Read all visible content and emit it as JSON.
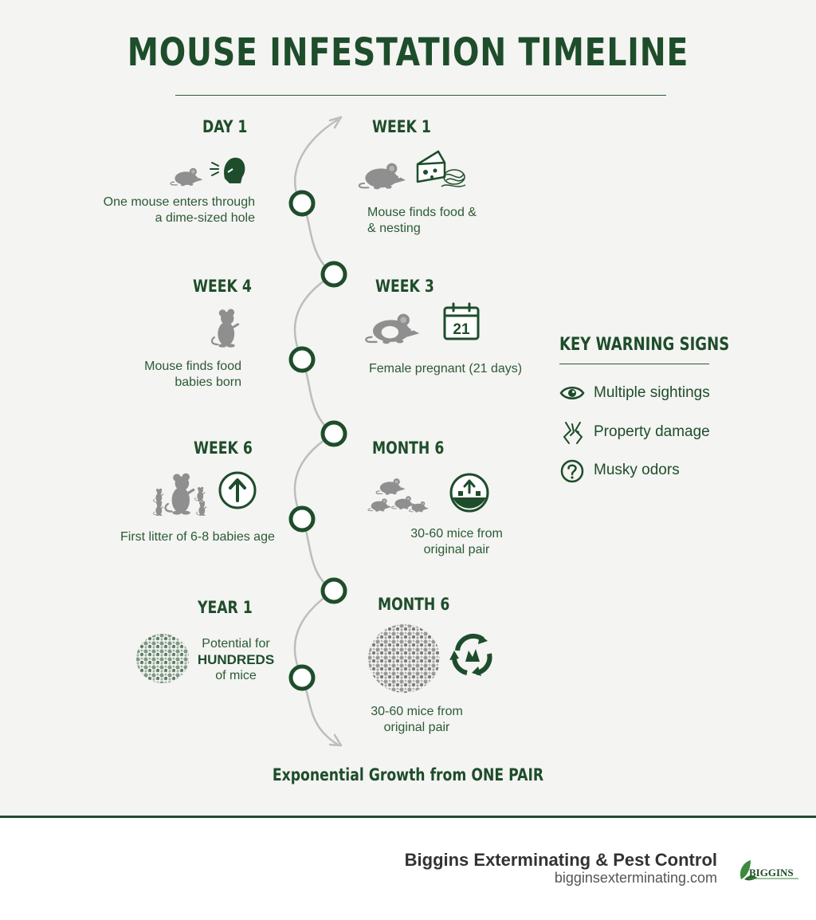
{
  "title": "MOUSE INFESTATION TIMELINE",
  "colors": {
    "primary": "#1e4d2b",
    "mouse_gray": "#8f8f8f",
    "background": "#f4f4f2"
  },
  "stages": {
    "day1": {
      "label": "DAY 1",
      "desc": [
        "One mouse enters through",
        "a dime-sized hole"
      ],
      "icons": [
        "mouse-icon",
        "hole-entry-icon"
      ]
    },
    "week1": {
      "label": "WEEK 1",
      "desc": [
        "Mouse finds food &",
        "& nesting"
      ],
      "icons": [
        "mouse-icon",
        "cheese-icon",
        "nest-icon"
      ]
    },
    "week4": {
      "label": "WEEK 4",
      "desc": [
        "Mouse finds food",
        "babies born"
      ],
      "icons": [
        "standing-mouse-icon"
      ]
    },
    "week3": {
      "label": "WEEK 3",
      "desc": [
        "Female pregnant (21 days)"
      ],
      "calendar_number": "21",
      "icons": [
        "pregnant-mouse-icon",
        "calendar-icon"
      ]
    },
    "week6": {
      "label": "WEEK 6",
      "desc": [
        "First litter of 6-8 babies age"
      ],
      "icons": [
        "mouse-family-icon",
        "growth-arrow-icon"
      ]
    },
    "month6a": {
      "label": "MONTH 6",
      "desc": [
        "30-60 mice from",
        "original pair"
      ],
      "icons": [
        "mouse-group-icon",
        "growth-gauge-icon"
      ]
    },
    "year1": {
      "label": "YEAR 1",
      "desc_top": "Potential for",
      "desc_bold": "HUNDREDS",
      "desc_bottom": "of mice",
      "icons": [
        "mouse-swarm-icon"
      ]
    },
    "month6b": {
      "label": "MONTH 6",
      "desc": [
        "30-60 mice from",
        "original pair"
      ],
      "icons": [
        "mouse-swarm-icon",
        "cycle-icon"
      ]
    }
  },
  "warning_signs": {
    "title": "KEY WARNING SIGNS",
    "items": [
      {
        "icon": "eye-icon",
        "label": "Multiple sightings"
      },
      {
        "icon": "damage-icon",
        "label": "Property damage"
      },
      {
        "icon": "question-icon",
        "label": "Musky odors"
      }
    ]
  },
  "growth_text": "Exponential Growth from ONE PAIR",
  "footer": {
    "company": "Biggins Exterminating & Pest Control",
    "website": "bigginsexterminating.com",
    "logo_text": "BIGGINS"
  }
}
